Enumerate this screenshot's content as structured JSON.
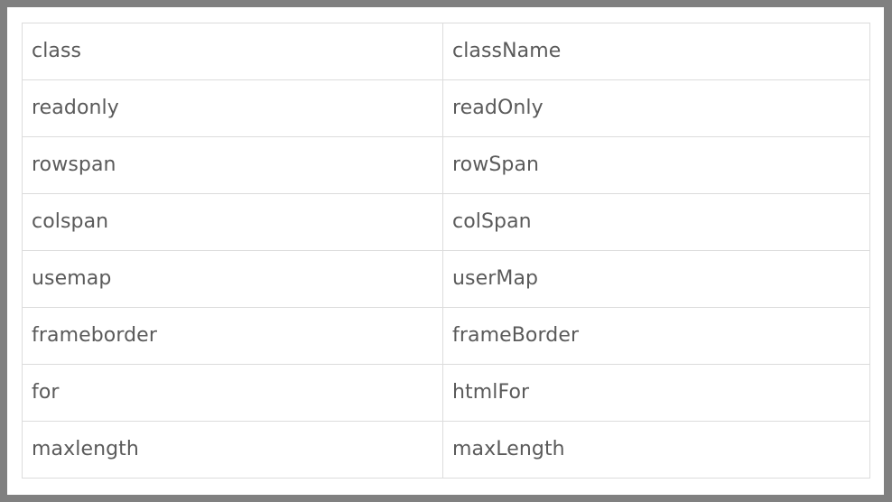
{
  "page": {
    "background_color": "#ffffff",
    "frame_color": "#808080"
  },
  "table": {
    "border_color": "#dcdcdc",
    "text_color": "#5a5a5a",
    "column_count": 2,
    "row_count": 8,
    "columns": [
      {
        "key": "html_attribute"
      },
      {
        "key": "jsx_property"
      }
    ],
    "rows": [
      {
        "html_attribute": "class",
        "jsx_property": "className"
      },
      {
        "html_attribute": "readonly",
        "jsx_property": "readOnly"
      },
      {
        "html_attribute": "rowspan",
        "jsx_property": "rowSpan"
      },
      {
        "html_attribute": "colspan",
        "jsx_property": "colSpan"
      },
      {
        "html_attribute": "usemap",
        "jsx_property": "userMap"
      },
      {
        "html_attribute": "frameborder",
        "jsx_property": "frameBorder"
      },
      {
        "html_attribute": "for",
        "jsx_property": "htmlFor"
      },
      {
        "html_attribute": "maxlength",
        "jsx_property": "maxLength"
      }
    ]
  }
}
